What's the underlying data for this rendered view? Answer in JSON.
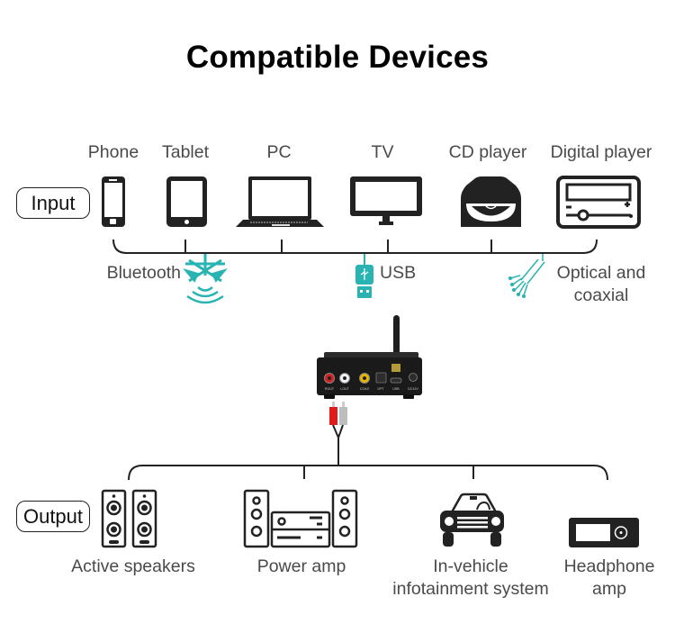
{
  "title": "Compatible Devices",
  "input": {
    "label": "Input",
    "devices": [
      {
        "name": "Phone",
        "icon": "phone-icon"
      },
      {
        "name": "Tablet",
        "icon": "tablet-icon"
      },
      {
        "name": "PC",
        "icon": "laptop-icon"
      },
      {
        "name": "TV",
        "icon": "tv-icon"
      },
      {
        "name": "CD player",
        "icon": "cd-player-icon"
      },
      {
        "name": "Digital player",
        "icon": "digital-player-icon"
      }
    ],
    "connections": [
      {
        "name": "Bluetooth",
        "icon": "bluetooth-icon"
      },
      {
        "name": "USB",
        "icon": "usb-icon"
      },
      {
        "name_line1": "Optical and",
        "name_line2": "coaxial",
        "icon": "optical-fiber-icon"
      }
    ]
  },
  "device": {
    "ports": [
      "ROUT",
      "LOUT",
      "COAX",
      "OPT",
      "USB",
      "DC12V"
    ]
  },
  "output": {
    "label": "Output",
    "devices": [
      {
        "name": "Active speakers",
        "icon": "speakers-icon"
      },
      {
        "name": "Power amp",
        "icon": "hifi-system-icon"
      },
      {
        "name_line1": "In-vehicle",
        "name_line2": "infotainment system",
        "icon": "car-icon"
      },
      {
        "name_line1": "Headphone",
        "name_line2": "amp",
        "icon": "headphone-amp-icon"
      }
    ]
  },
  "colors": {
    "accent": "#2ab3b3",
    "line": "#222222",
    "text": "#4a4a4a",
    "rca_red": "#e01b1b",
    "rca_white": "#bdbdbd"
  }
}
